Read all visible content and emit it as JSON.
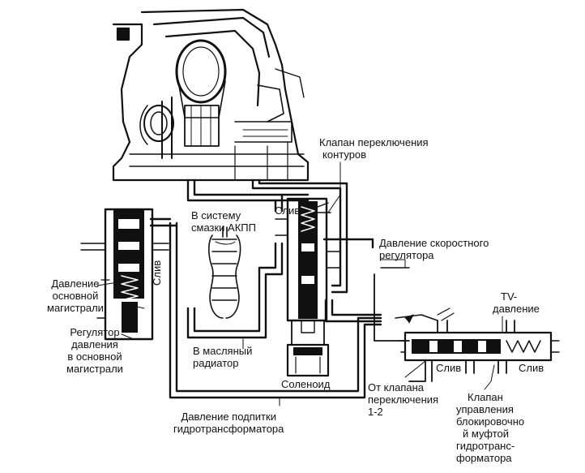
{
  "labels": {
    "circuit_switch_valve": [
      "Клапан переключения",
      "контуров"
    ],
    "drain_top": "Слив",
    "to_lube": [
      "В систему",
      "смазки АКПП"
    ],
    "governor_pressure": [
      "Давление скоростного",
      "регулятора"
    ],
    "line_pressure": [
      "Давление",
      "основной",
      "магистрали"
    ],
    "drain_left": "Слив",
    "line_regulator": [
      "Регулятор",
      "давления",
      "в основной",
      "магистрали"
    ],
    "to_cooler": [
      "В масляный",
      "радиатор"
    ],
    "tv_pressure": [
      "TV-",
      "давление"
    ],
    "solenoid": "Соленоид",
    "drain_mid": "Слив",
    "drain_right": "Слив",
    "from_shift_valve": [
      "От клапана",
      "переключения",
      "1-2"
    ],
    "converter_feed": [
      "Давление подпитки",
      "гидротрансформатора"
    ],
    "lockup_valve": [
      "Клапан",
      "управления",
      "блокировочно",
      "й муфтой",
      "гидротранс-",
      "форматора"
    ]
  },
  "colors": {
    "ink": "#111111",
    "fill": "#1a1a1a",
    "paper": "#ffffff",
    "gray": "#888888"
  }
}
